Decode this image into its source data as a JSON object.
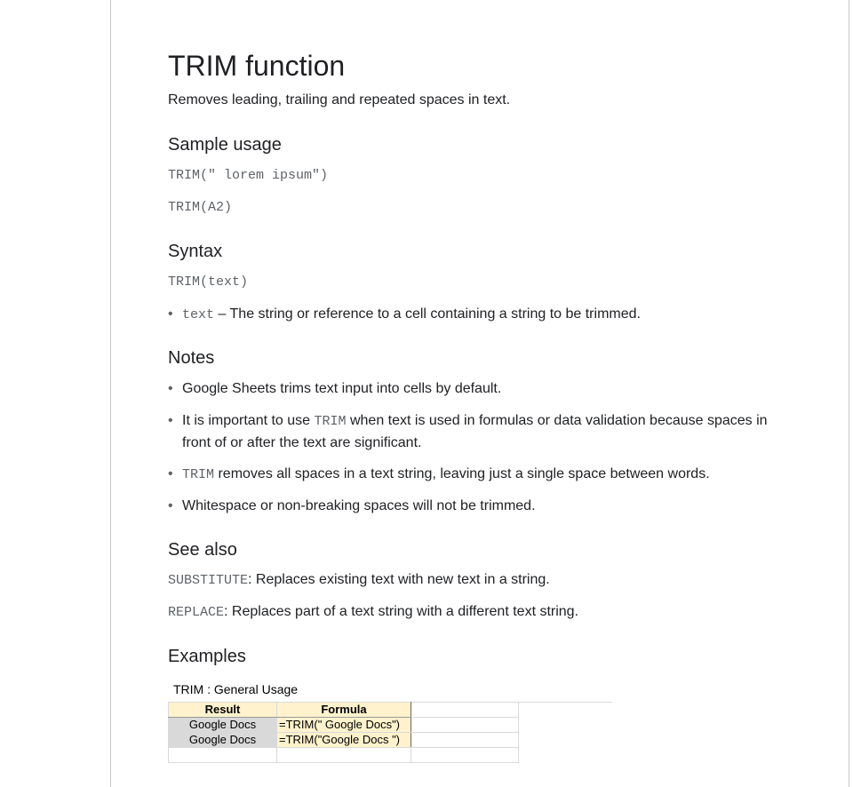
{
  "title": "TRIM function",
  "description": "Removes leading, trailing and repeated spaces in text.",
  "sample_usage": {
    "heading": "Sample usage",
    "lines": [
      "TRIM(\" lorem ipsum\")",
      "TRIM(A2)"
    ]
  },
  "syntax": {
    "heading": "Syntax",
    "signature": "TRIM(text)",
    "params": [
      {
        "name": "text",
        "desc": " – The string or reference to a cell containing a string to be trimmed."
      }
    ]
  },
  "notes": {
    "heading": "Notes",
    "items": [
      {
        "pre": "Google Sheets trims text input into cells by default.",
        "code": "",
        "post": ""
      },
      {
        "pre": "It is important to use ",
        "code": "TRIM",
        "post": " when text is used in formulas or data validation because spaces in front of or after the text are significant."
      },
      {
        "pre": "",
        "code": "TRIM",
        "post": " removes all spaces in a text string, leaving just a single space between words."
      },
      {
        "pre": "Whitespace or non-breaking spaces will not be trimmed.",
        "code": "",
        "post": ""
      }
    ]
  },
  "see_also": {
    "heading": "See also",
    "items": [
      {
        "fn": "SUBSTITUTE",
        "desc": ": Replaces existing text with new text in a string."
      },
      {
        "fn": "REPLACE",
        "desc": ": Replaces part of a text string with a different text string."
      }
    ]
  },
  "examples": {
    "heading": "Examples",
    "sheet_title": "TRIM : General Usage",
    "columns": [
      "Result",
      "Formula"
    ],
    "rows": [
      {
        "result": "Google Docs",
        "formula": "=TRIM(\" Google Docs\")"
      },
      {
        "result": "Google Docs",
        "formula": "=TRIM(\"Google Docs \")"
      }
    ]
  }
}
